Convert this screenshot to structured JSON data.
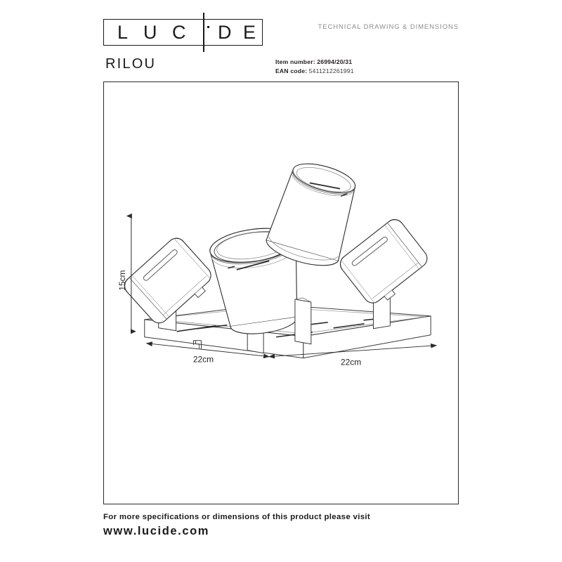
{
  "header": {
    "logo": {
      "name": "lucide-logo",
      "letters": [
        "L",
        "U",
        "C",
        "i",
        "D",
        "E"
      ],
      "wordmark": "LUCiDE"
    },
    "tagline": "TECHNICAL DRAWING & DIMENSIONS",
    "product_title": "RILOU",
    "item_number_label": "Item number:",
    "item_number_value": "26994/20/31",
    "ean_label": "EAN code",
    "ean_separator": ":",
    "ean_value": "5411212261991"
  },
  "drawing": {
    "alt": "Technical line drawing of RILOU four-spot ceiling light in perspective",
    "dimensions": {
      "height_label": "15cm",
      "width_label_left": "22cm",
      "width_label_right": "22cm"
    },
    "parts": {
      "base_plate": "square-ceiling-base-plate",
      "spot_count": 4,
      "switch": "pull-switch"
    },
    "colors": {
      "line": "#2b2b2b",
      "line_light": "#6a6a6a",
      "fill": "#ffffff"
    }
  },
  "footer": {
    "text": "For more specifications or dimensions of this product please visit",
    "website": "www.lucide.com"
  }
}
